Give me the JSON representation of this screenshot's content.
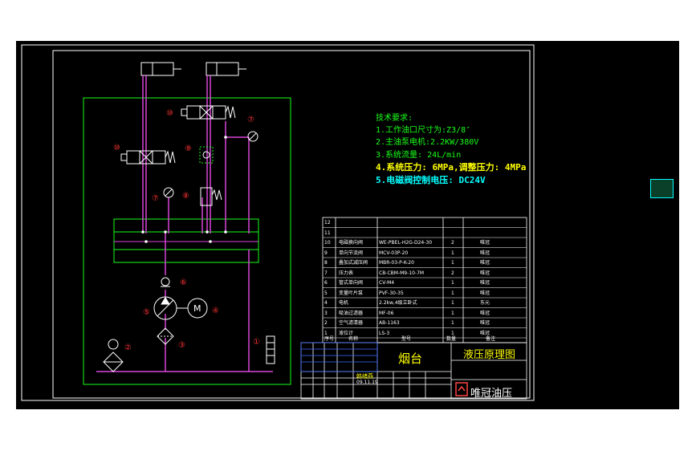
{
  "colors": {
    "background": "#000000",
    "frame": "#ffffff",
    "hydraulic_line": "#d946d9",
    "green_box": "#19ff19",
    "label_red": "#ff3333",
    "text_green": "#19ff19",
    "text_yellow": "#ffff00",
    "text_cyan": "#00ffff",
    "table_blue": "#3b6bff"
  },
  "requirements": {
    "title": "技术要求:",
    "lines": [
      "1.工作油口尺寸为:Z3/8″",
      "2.主油泵电机:2.2KW/380V",
      "3.系统流量: 24L/min",
      "4.系统压力: 6MPa,调整压力: 4MPa",
      "5.电磁阀控制电压: DC24V"
    ]
  },
  "component_labels": [
    "⑩",
    "⑦",
    "⑩",
    "⑨",
    "⑦",
    "⑧",
    "⑥",
    "⑤",
    "④",
    "②",
    "③",
    "①"
  ],
  "bom": {
    "rows": [
      {
        "no": "12",
        "name": "",
        "code": "",
        "qty": "",
        "mat": ""
      },
      {
        "no": "11",
        "name": "",
        "code": "",
        "qty": "",
        "mat": ""
      },
      {
        "no": "10",
        "name": "电磁换向阀",
        "code": "WE-PBEL-H2G-D24-30",
        "qty": "2",
        "mat": "唯冠"
      },
      {
        "no": "9",
        "name": "单向节流阀",
        "code": "MCV-03P-20",
        "qty": "1",
        "mat": "唯冠"
      },
      {
        "no": "8",
        "name": "叠加式减压阀",
        "code": "MBR-03-P-K-20",
        "qty": "1",
        "mat": "唯冠"
      },
      {
        "no": "7",
        "name": "压力表",
        "code": "CB-CBM-M9-10-7M",
        "qty": "2",
        "mat": "唯冠"
      },
      {
        "no": "6",
        "name": "管式单向阀",
        "code": "CV-M4",
        "qty": "1",
        "mat": "唯冠"
      },
      {
        "no": "5",
        "name": "变量叶片泵",
        "code": "PVF-30-35",
        "qty": "1",
        "mat": "唯冠"
      },
      {
        "no": "4",
        "name": "电机",
        "code": "2.2kw,4级立卧式",
        "qty": "1",
        "mat": "东元"
      },
      {
        "no": "3",
        "name": "吸油过滤器",
        "code": "MF-06",
        "qty": "1",
        "mat": "唯冠"
      },
      {
        "no": "2",
        "name": "空气滤清器",
        "code": "AB-1163",
        "qty": "1",
        "mat": "唯冠"
      },
      {
        "no": "1",
        "name": "液位计",
        "code": "LS-3",
        "qty": "1",
        "mat": "唯冠"
      }
    ],
    "header": {
      "no": "序号",
      "name": "名称",
      "code": "型号",
      "qty": "数量",
      "mat": "备注"
    }
  },
  "title_block": {
    "customer": "烟台",
    "drawing_name": "液压原理图",
    "company": "唯冠油压",
    "designer": "韩绪燕",
    "date": "09.11.19"
  }
}
